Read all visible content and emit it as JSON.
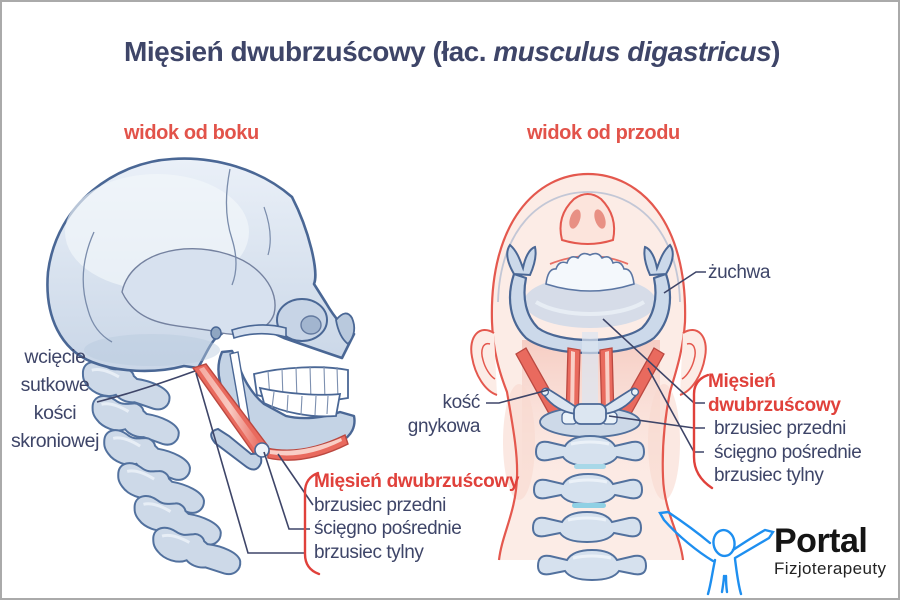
{
  "title": {
    "prefix": "Mięsień dwubrzuścowy (łac. ",
    "latin": "musculus digastricus",
    "suffix": ")"
  },
  "views": {
    "side": "widok od boku",
    "front": "widok od przodu"
  },
  "labels": {
    "mastoid_lines": [
      "wcięcie",
      "sutkowe",
      "kości",
      "skroniowej"
    ],
    "jaw": "żuchwa",
    "hyoid": "kość gnykowa",
    "muscle_group": {
      "title": "Mięsień dwubrzuścowy",
      "items": [
        "brzusiec przedni",
        "ścięgno pośrednie",
        "brzusiec tylny"
      ]
    }
  },
  "logo": {
    "name": "Portal",
    "subtitle": "Fizjoterapeuty"
  },
  "colors": {
    "accent_red": "#e0413b",
    "text_navy": "#3e4568",
    "bone_fill": "#dbe4f0",
    "bone_stroke": "#4a6795",
    "muscle_red": "#e96a5e",
    "skin_pink": "#fcece6",
    "skin_outline": "#e4584e",
    "logo_blue": "#1e8ff0"
  }
}
